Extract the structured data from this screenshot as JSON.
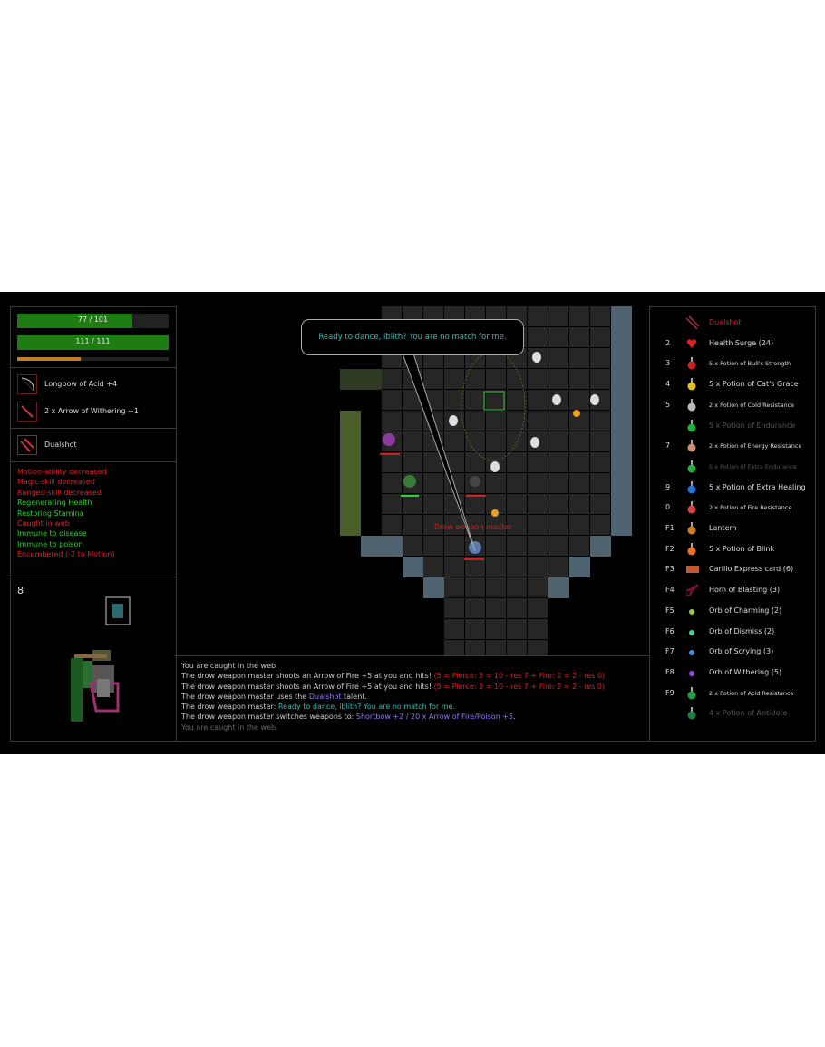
{
  "player": {
    "health": {
      "current": 77,
      "max": 101,
      "label": "77 / 101"
    },
    "stamina": {
      "current": 111,
      "max": 111,
      "label": "111 / 111"
    },
    "experience_fraction": 0.42
  },
  "equipment": [
    {
      "icon": "longbow-icon",
      "label": "Longbow of Acid +4"
    },
    {
      "icon": "arrow-icon",
      "label": "2 x Arrow of Withering +1"
    }
  ],
  "talent": {
    "icon": "dualshot-icon",
    "label": "Dualshot"
  },
  "status_effects": [
    {
      "text": "Motion-ability decreased",
      "color": "red"
    },
    {
      "text": "Magic-skill decreased",
      "color": "red"
    },
    {
      "text": "Ranged-skill decreased",
      "color": "red"
    },
    {
      "text": "Regenerating Health",
      "color": "green"
    },
    {
      "text": "Restoring Stamina",
      "color": "green"
    },
    {
      "text": "Caught in web",
      "color": "red"
    },
    {
      "text": "Immune to disease",
      "color": "green"
    },
    {
      "text": "Immune to poison",
      "color": "green"
    },
    {
      "text": "Encumbered (-2 to Motion)",
      "color": "red"
    }
  ],
  "minimap": {
    "level": "8"
  },
  "map": {
    "speech": "Ready to dance, iblith? You are no match for me.",
    "enemy_name": "Drow weapon master"
  },
  "log": [
    [
      {
        "t": "You are caught in the web.",
        "c": "#ccc"
      }
    ],
    [
      {
        "t": "The drow weapon master shoots an Arrow of Fire +5 at you and hits! ",
        "c": "#ccc"
      },
      {
        "t": "(5 = Pierce: 3 = 10 - res 7 + Fire: 2 = 2 - res 0)",
        "c": "#d22"
      }
    ],
    [
      {
        "t": "The drow weapon master shoots an Arrow of Fire +5 at you and hits! ",
        "c": "#ccc"
      },
      {
        "t": "(5 = Pierce: 3 = 10 - res 7 + Fire: 2 = 2 - res 0)",
        "c": "#d22"
      }
    ],
    [
      {
        "t": "The drow weapon master uses the ",
        "c": "#ccc"
      },
      {
        "t": "Dualshot",
        "c": "#8a7cf0"
      },
      {
        "t": " talent.",
        "c": "#ccc"
      }
    ],
    [
      {
        "t": "The drow weapon master: ",
        "c": "#ccc"
      },
      {
        "t": "Ready to dance, iblith? You are no match for me.",
        "c": "#3ab8b8"
      }
    ],
    [
      {
        "t": "The drow weapon master switches weapons to: ",
        "c": "#ccc"
      },
      {
        "t": "Shortbow +2 / 20 x Arrow of Fire/Poison +5",
        "c": "#8a7cf0"
      },
      {
        "t": ".",
        "c": "#ccc"
      }
    ],
    [
      {
        "t": "You are caught in the web.",
        "c": "#666"
      }
    ]
  ],
  "quickbar": [
    {
      "key": "",
      "label": "Dualshot",
      "icon": "dualshot-icon",
      "color": "#e02020",
      "style": "normal"
    },
    {
      "key": "2",
      "label": "Health Surge (24)",
      "icon": "heart-icon",
      "color": "#e02020",
      "style": "normal"
    },
    {
      "key": "3",
      "label": "5 x Potion of Bull's Strength",
      "icon": "potion-icon",
      "color": "#d02020",
      "style": "small"
    },
    {
      "key": "4",
      "label": "5 x Potion of Cat's Grace",
      "icon": "potion-icon",
      "color": "#e0c020",
      "style": "normal"
    },
    {
      "key": "5",
      "label": "2 x Potion of Cold Resistance",
      "icon": "potion-icon",
      "color": "#bbbbbb",
      "style": "small"
    },
    {
      "key": "",
      "label": "5 x Potion of Endurance",
      "icon": "potion-icon",
      "color": "#20b040",
      "style": "dim"
    },
    {
      "key": "7",
      "label": "2 x Potion of Energy Resistance",
      "icon": "potion-icon",
      "color": "#d09070",
      "style": "tiny"
    },
    {
      "key": "",
      "label": "5 x Potion of Extra Endurance",
      "icon": "potion-icon",
      "color": "#20b040",
      "style": "dimsmall"
    },
    {
      "key": "9",
      "label": "5 x Potion of Extra Healing",
      "icon": "potion-icon",
      "color": "#2070e0",
      "style": "normal"
    },
    {
      "key": "0",
      "label": "2 x Potion of Fire Resistance",
      "icon": "potion-icon",
      "color": "#e04040",
      "style": "small"
    },
    {
      "key": "F1",
      "label": "Lantern",
      "icon": "lantern-icon",
      "color": "#d08020",
      "style": "normal"
    },
    {
      "key": "F2",
      "label": "5 x Potion of Blink",
      "icon": "potion-icon",
      "color": "#f07020",
      "style": "normal"
    },
    {
      "key": "F3",
      "label": "Carillo Express card (6)",
      "icon": "card-icon",
      "color": "#c05a30",
      "style": "normal"
    },
    {
      "key": "F4",
      "label": "Horn of Blasting (3)",
      "icon": "horn-icon",
      "color": "#801030",
      "style": "normal"
    },
    {
      "key": "F5",
      "label": "Orb of Charming (2)",
      "icon": "orb-icon",
      "color": "#90d040",
      "style": "normal"
    },
    {
      "key": "F6",
      "label": "Orb of Dismiss (2)",
      "icon": "orb-icon",
      "color": "#40d0a0",
      "style": "normal"
    },
    {
      "key": "F7",
      "label": "Orb of Scrying (3)",
      "icon": "orb-icon",
      "color": "#4090e0",
      "style": "normal"
    },
    {
      "key": "F8",
      "label": "Orb of Withering (5)",
      "icon": "orb-icon",
      "color": "#a040e0",
      "style": "normal"
    },
    {
      "key": "F9",
      "label": "2 x Potion of Acid Resistance",
      "icon": "potion-icon",
      "color": "#20a040",
      "style": "small"
    },
    {
      "key": "",
      "label": "4 x Potion of Antidote",
      "icon": "potion-icon",
      "color": "#208040",
      "style": "dim"
    }
  ]
}
